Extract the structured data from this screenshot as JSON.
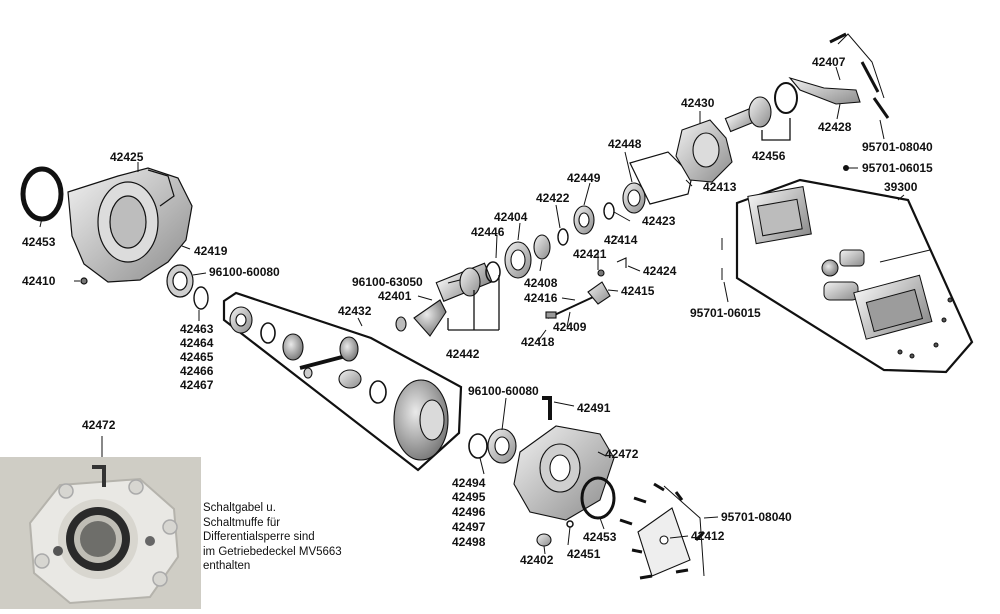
{
  "labels": {
    "l42425": "42425",
    "l42453a": "42453",
    "l42419": "42419",
    "l42410": "42410",
    "l96100_60080a": "96100-60080",
    "l42463": "42463",
    "l42464": "42464",
    "l42465": "42465",
    "l42466": "42466",
    "l42467": "42467",
    "l42432": "42432",
    "l96100_63050": "96100-63050",
    "l42401": "42401",
    "l42442": "42442",
    "l42446": "42446",
    "l42404": "42404",
    "l42422": "42422",
    "l42449": "42449",
    "l42448": "42448",
    "l42413": "42413",
    "l42423": "42423",
    "l42414": "42414",
    "l42421": "42421",
    "l42424": "42424",
    "l42408": "42408",
    "l42415": "42415",
    "l42416": "42416",
    "l42409": "42409",
    "l42418": "42418",
    "l42430": "42430",
    "l42456": "42456",
    "l42407": "42407",
    "l42428": "42428",
    "l95701_08040a": "95701-08040",
    "l95701_06015a": "95701-06015",
    "l39300": "39300",
    "l95701_06015b": "95701-06015",
    "l96100_60080b": "96100-60080",
    "l42491": "42491",
    "l42472a": "42472",
    "l42494": "42494",
    "l42495": "42495",
    "l42496": "42496",
    "l42497": "42497",
    "l42498": "42498",
    "l95701_08040b": "95701-08040",
    "l42412": "42412",
    "l42453b": "42453",
    "l42402": "42402",
    "l42451": "42451",
    "l42472b": "42472"
  },
  "note": {
    "line1": "Schaltgabel u.",
    "line2": "Schaltmuffe für",
    "line3": "Differentialsperre sind",
    "line4": "im Getriebedeckel MV5663",
    "line5": "enthalten"
  },
  "colors": {
    "ink": "#111111",
    "paper": "#ffffff",
    "photo_bg": "#cfcdc5",
    "part_fill": "#e6e6e6",
    "part_shade": "#9a9a9a"
  }
}
